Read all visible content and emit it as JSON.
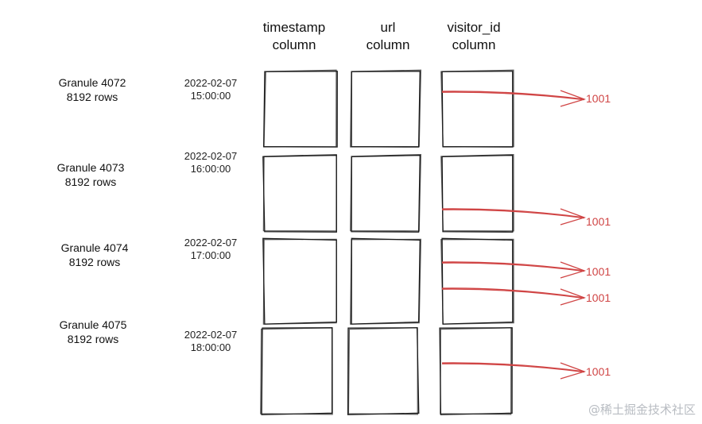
{
  "columns": [
    {
      "name": "timestamp",
      "suffix": "column"
    },
    {
      "name": "url",
      "suffix": "column"
    },
    {
      "name": "visitor_id",
      "suffix": "column"
    }
  ],
  "granules": [
    {
      "label": "Granule 4072",
      "rows": "8192 rows",
      "date": "2022-02-07",
      "time": "15:00:00"
    },
    {
      "label": "Granule 4073",
      "rows": "8192 rows",
      "date": "2022-02-07",
      "time": "16:00:00"
    },
    {
      "label": "Granule 4074",
      "rows": "8192 rows",
      "date": "2022-02-07",
      "time": "17:00:00"
    },
    {
      "label": "Granule 4075",
      "rows": "8192 rows",
      "date": "2022-02-07",
      "time": "18:00:00"
    }
  ],
  "matches": [
    {
      "granule": "Granule 4072",
      "value": "1001"
    },
    {
      "granule": "Granule 4073",
      "value": "1001"
    },
    {
      "granule": "Granule 4074",
      "value": "1001"
    },
    {
      "granule": "Granule 4074",
      "value": "1001"
    },
    {
      "granule": "Granule 4075",
      "value": "1001"
    }
  ],
  "watermark": "@稀土掘金技术社区",
  "colors": {
    "stroke": "#1a1a1a",
    "arrow": "#d04545",
    "watermark": "#b8bcc2"
  }
}
